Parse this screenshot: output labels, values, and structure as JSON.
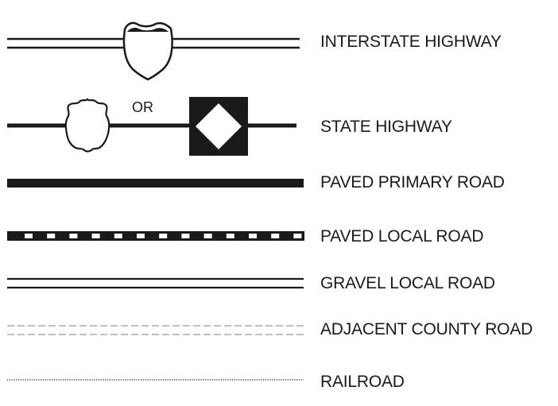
{
  "legend": {
    "items": [
      {
        "label": "INTERSTATE HIGHWAY",
        "symbol": "double-line-with-interstate-shield"
      },
      {
        "label": "STATE HIGHWAY",
        "symbol": "solid-line-with-state-shield",
        "connector_label": "OR"
      },
      {
        "label": "PAVED PRIMARY ROAD",
        "symbol": "thick-solid-line"
      },
      {
        "label": "PAVED LOCAL ROAD",
        "symbol": "thick-line-with-white-dashes"
      },
      {
        "label": "GRAVEL LOCAL ROAD",
        "symbol": "double-thin-line"
      },
      {
        "label": "ADJACENT COUNTY ROAD",
        "symbol": "double-dashed-gray-line"
      },
      {
        "label": "RAILROAD",
        "symbol": "dotted-line"
      }
    ]
  },
  "colors": {
    "ink": "#1a1a1a",
    "adjacent_road": "#9a9a9a",
    "background": "#ffffff"
  }
}
